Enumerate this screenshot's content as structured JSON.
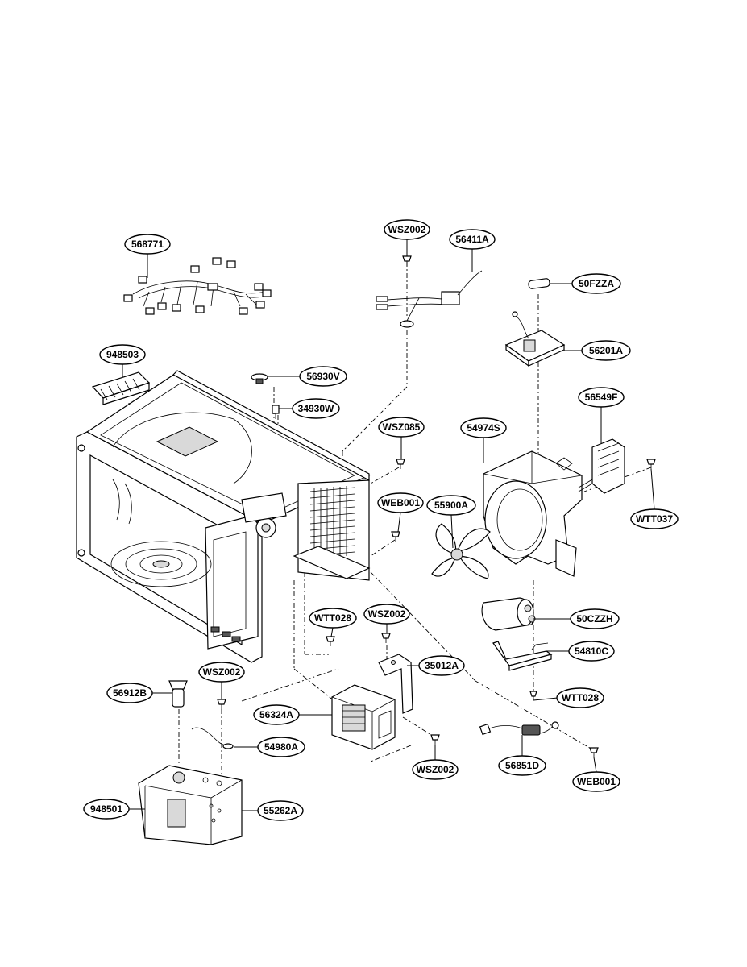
{
  "diagram": {
    "part_labels": [
      "568771",
      "WSZ002",
      "56411A",
      "50FZZA",
      "56201A",
      "948503",
      "56930V",
      "34930W",
      "WSZ085",
      "54974S",
      "56549F",
      "WEB001",
      "55900A",
      "WTT037",
      "50CZZH",
      "WTT028",
      "WSZ002",
      "54810C",
      "35012A",
      "56912B",
      "WSZ002",
      "WTT028",
      "56324A",
      "54980A",
      "WSZ002",
      "56851D",
      "WEB001",
      "948501",
      "55262A"
    ]
  }
}
